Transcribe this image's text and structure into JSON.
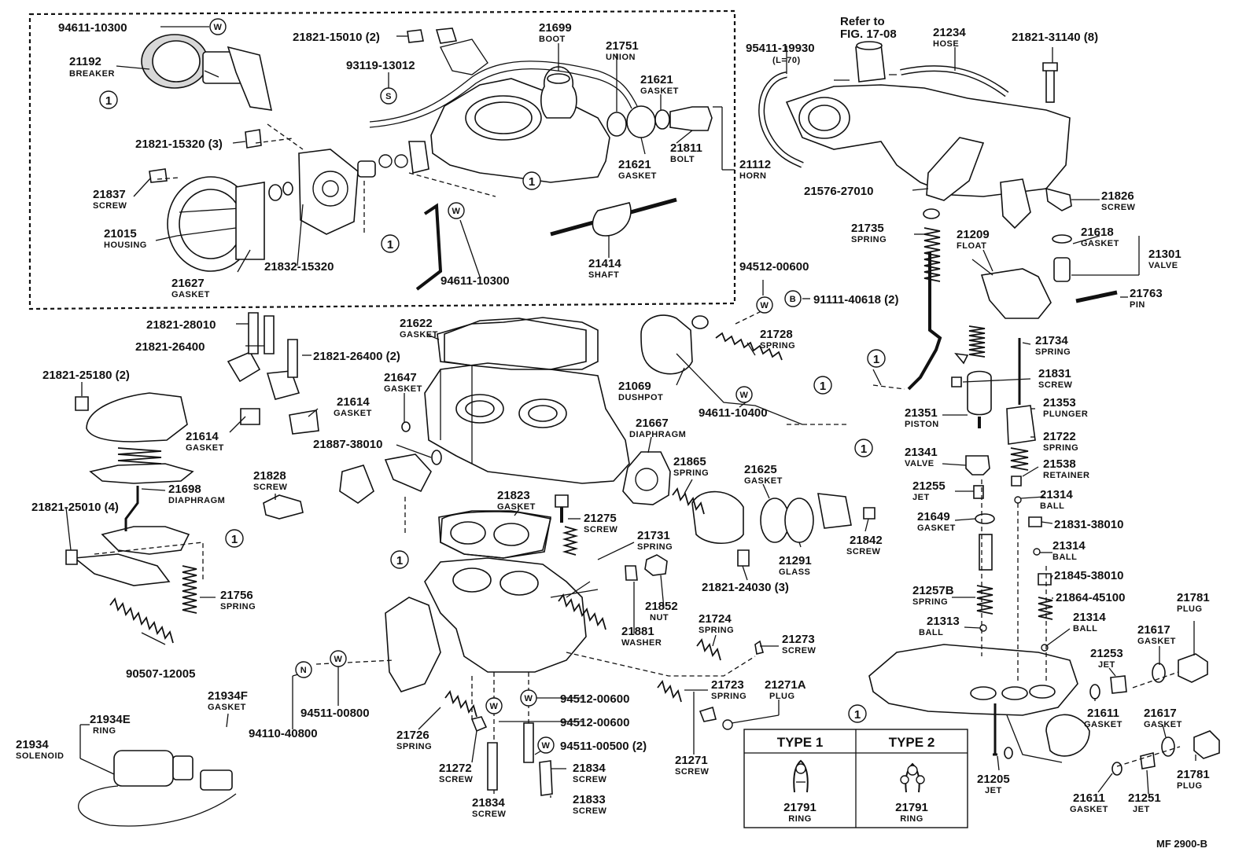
{
  "diagram": {
    "footer_code": "MF 2900-B",
    "ref_note_line1": "Refer to",
    "ref_note_line2": "FIG. 17-08",
    "callout_symbol": "1",
    "symbol_w": "W",
    "symbol_s": "S",
    "symbol_b": "B",
    "symbol_n": "N",
    "legend": {
      "type1_title": "TYPE 1",
      "type2_title": "TYPE 2",
      "type1_part": "21791",
      "type1_name": "RING",
      "type2_part": "21791",
      "type2_name": "RING"
    },
    "labels": [
      {
        "id": "l1",
        "num": "94611-10300",
        "name": ""
      },
      {
        "id": "l2",
        "num": "21192",
        "name": "BREAKER"
      },
      {
        "id": "l3",
        "num": "21821-15010 (2)",
        "name": ""
      },
      {
        "id": "l4",
        "num": "93119-13012",
        "name": ""
      },
      {
        "id": "l5",
        "num": "21699",
        "name": "BOOT"
      },
      {
        "id": "l6",
        "num": "21751",
        "name": "UNION"
      },
      {
        "id": "l7",
        "num": "21621",
        "name": "GASKET"
      },
      {
        "id": "l8",
        "num": "21821-15320 (3)",
        "name": ""
      },
      {
        "id": "l9",
        "num": "21811",
        "name": "BOLT"
      },
      {
        "id": "l10",
        "num": "21621",
        "name": "GASKET"
      },
      {
        "id": "l11",
        "num": "21112",
        "name": "HORN"
      },
      {
        "id": "l12",
        "num": "21837",
        "name": "SCREW"
      },
      {
        "id": "l13",
        "num": "21015",
        "name": "HOUSING"
      },
      {
        "id": "l14",
        "num": "21832-15320",
        "name": ""
      },
      {
        "id": "l15",
        "num": "21627",
        "name": "GASKET"
      },
      {
        "id": "l16",
        "num": "94611-10300",
        "name": ""
      },
      {
        "id": "l17",
        "num": "21414",
        "name": "SHAFT"
      },
      {
        "id": "l18",
        "num": "95411-19930",
        "name": "(L=70)"
      },
      {
        "id": "l19",
        "num": "21234",
        "name": "HOSE"
      },
      {
        "id": "l20",
        "num": "21821-31140 (8)",
        "name": ""
      },
      {
        "id": "l21",
        "num": "21576-27010",
        "name": ""
      },
      {
        "id": "l22",
        "num": "21826",
        "name": "SCREW"
      },
      {
        "id": "l23",
        "num": "21735",
        "name": "SPRING"
      },
      {
        "id": "l24",
        "num": "21209",
        "name": "FLOAT"
      },
      {
        "id": "l25",
        "num": "21618",
        "name": "GASKET"
      },
      {
        "id": "l26",
        "num": "21301",
        "name": "VALVE"
      },
      {
        "id": "l27",
        "num": "21763",
        "name": "PIN"
      },
      {
        "id": "l28",
        "num": "94512-00600",
        "name": ""
      },
      {
        "id": "l29",
        "num": "91111-40618 (2)",
        "name": ""
      },
      {
        "id": "l30",
        "num": "21821-28010",
        "name": ""
      },
      {
        "id": "l31",
        "num": "21821-26400",
        "name": ""
      },
      {
        "id": "l32",
        "num": "21821-26400 (2)",
        "name": ""
      },
      {
        "id": "l33",
        "num": "21622",
        "name": "GASKET"
      },
      {
        "id": "l34",
        "num": "21728",
        "name": "SPRING"
      },
      {
        "id": "l35",
        "num": "21734",
        "name": "SPRING"
      },
      {
        "id": "l36",
        "num": "21821-25180 (2)",
        "name": ""
      },
      {
        "id": "l37",
        "num": "21647",
        "name": "GASKET"
      },
      {
        "id": "l38",
        "num": "21614",
        "name": "GASKET"
      },
      {
        "id": "l39",
        "num": "21069",
        "name": "DUSHPOT"
      },
      {
        "id": "l40",
        "num": "21831",
        "name": "SCREW"
      },
      {
        "id": "l41",
        "num": "21614",
        "name": "GASKET"
      },
      {
        "id": "l42",
        "num": "94611-10400",
        "name": ""
      },
      {
        "id": "l43",
        "num": "21353",
        "name": "PLUNGER"
      },
      {
        "id": "l44",
        "num": "21351",
        "name": "PISTON"
      },
      {
        "id": "l45",
        "num": "21887-38010",
        "name": ""
      },
      {
        "id": "l46",
        "num": "21667",
        "name": "DIAPHRAGM"
      },
      {
        "id": "l47",
        "num": "21722",
        "name": "SPRING"
      },
      {
        "id": "l48",
        "num": "21341",
        "name": "VALVE"
      },
      {
        "id": "l49",
        "num": "21538",
        "name": "RETAINER"
      },
      {
        "id": "l50",
        "num": "21828",
        "name": "SCREW"
      },
      {
        "id": "l51",
        "num": "21698",
        "name": "DIAPHRAGM"
      },
      {
        "id": "l52",
        "num": "21865",
        "name": "SPRING"
      },
      {
        "id": "l53",
        "num": "21625",
        "name": "GASKET"
      },
      {
        "id": "l54",
        "num": "21255",
        "name": "JET"
      },
      {
        "id": "l55",
        "num": "21314",
        "name": "BALL"
      },
      {
        "id": "l56",
        "num": "21821-25010 (4)",
        "name": ""
      },
      {
        "id": "l57",
        "num": "21823",
        "name": "GASKET"
      },
      {
        "id": "l58",
        "num": "21649",
        "name": "GASKET"
      },
      {
        "id": "l59",
        "num": "21831-38010",
        "name": ""
      },
      {
        "id": "l60",
        "num": "21275",
        "name": "SCREW"
      },
      {
        "id": "l61",
        "num": "21731",
        "name": "SPRING"
      },
      {
        "id": "l62",
        "num": "21842",
        "name": "SCREW"
      },
      {
        "id": "l63",
        "num": "21314",
        "name": "BALL"
      },
      {
        "id": "l64",
        "num": "21291",
        "name": "GLASS"
      },
      {
        "id": "l65",
        "num": "21821-24030 (3)",
        "name": ""
      },
      {
        "id": "l66",
        "num": "21845-38010",
        "name": ""
      },
      {
        "id": "l67",
        "num": "21756",
        "name": "SPRING"
      },
      {
        "id": "l68",
        "num": "21257B",
        "name": "SPRING"
      },
      {
        "id": "l69",
        "num": "21864-45100",
        "name": ""
      },
      {
        "id": "l70",
        "num": "21852",
        "name": "NUT"
      },
      {
        "id": "l71",
        "num": "21781",
        "name": "PLUG"
      },
      {
        "id": "l72",
        "num": "21881",
        "name": "WASHER"
      },
      {
        "id": "l73",
        "num": "21724",
        "name": "SPRING"
      },
      {
        "id": "l74",
        "num": "21313",
        "name": "BALL"
      },
      {
        "id": "l75",
        "num": "21314",
        "name": "BALL"
      },
      {
        "id": "l76",
        "num": "21617",
        "name": "GASKET"
      },
      {
        "id": "l77",
        "num": "21273",
        "name": "SCREW"
      },
      {
        "id": "l78",
        "num": "21253",
        "name": "JET"
      },
      {
        "id": "l79",
        "num": "90507-12005",
        "name": ""
      },
      {
        "id": "l80",
        "num": "21723",
        "name": "SPRING"
      },
      {
        "id": "l81",
        "num": "21271A",
        "name": "PLUG"
      },
      {
        "id": "l82",
        "num": "94511-00800",
        "name": ""
      },
      {
        "id": "l83",
        "num": "94512-00600",
        "name": ""
      },
      {
        "id": "l84",
        "num": "21934F",
        "name": "GASKET"
      },
      {
        "id": "l85",
        "num": "21611",
        "name": "GASKET"
      },
      {
        "id": "l86",
        "num": "21617",
        "name": "GASKET"
      },
      {
        "id": "l87",
        "num": "21934E",
        "name": "RING"
      },
      {
        "id": "l88",
        "num": "94512-00600",
        "name": ""
      },
      {
        "id": "l89",
        "num": "94110-40800",
        "name": ""
      },
      {
        "id": "l90",
        "num": "21726",
        "name": "SPRING"
      },
      {
        "id": "l91",
        "num": "94511-00500 (2)",
        "name": ""
      },
      {
        "id": "l92",
        "num": "21271",
        "name": "SCREW"
      },
      {
        "id": "l93",
        "num": "21934",
        "name": "SOLENOID"
      },
      {
        "id": "l94",
        "num": "21272",
        "name": "SCREW"
      },
      {
        "id": "l95",
        "num": "21834",
        "name": "SCREW"
      },
      {
        "id": "l96",
        "num": "21205",
        "name": "JET"
      },
      {
        "id": "l97",
        "num": "21781",
        "name": "PLUG"
      },
      {
        "id": "l98",
        "num": "21834",
        "name": "SCREW"
      },
      {
        "id": "l99",
        "num": "21833",
        "name": "SCREW"
      },
      {
        "id": "l100",
        "num": "21611",
        "name": "GASKET"
      },
      {
        "id": "l101",
        "num": "21251",
        "name": "JET"
      }
    ]
  }
}
